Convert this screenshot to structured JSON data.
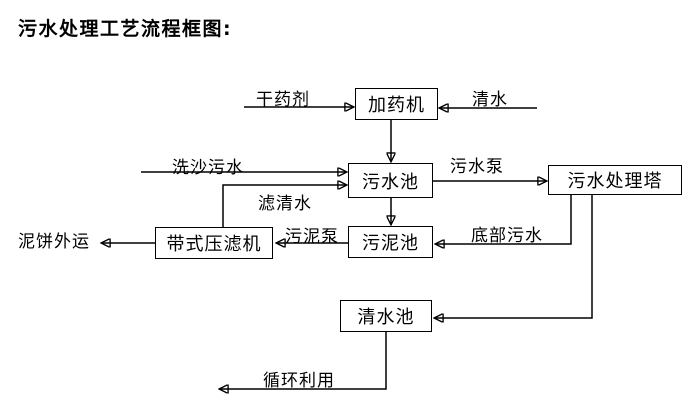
{
  "title": "污水处理工艺流程框图:",
  "nodes": {
    "dosing_machine": "加药机",
    "sewage_pool": "污水池",
    "treatment_tower": "污水处理塔",
    "sludge_pool": "污泥池",
    "belt_filter_press": "带式压滤机",
    "clean_water_pool": "清水池"
  },
  "edges": {
    "dry_agent": "干药剂",
    "clean_water": "清水",
    "sand_washing_sewage": "洗沙污水",
    "sewage_pump": "污水泵",
    "filtered_water": "滤清水",
    "sludge_pump": "污泥泵",
    "bottom_sewage": "底部污水",
    "mud_cake_outbound": "泥饼外运",
    "recycling": "循环利用"
  },
  "connections": [
    {
      "from": "干药剂(外部)",
      "to": "加药机",
      "label": "干药剂"
    },
    {
      "from": "清水(外部)",
      "to": "加药机",
      "label": "清水"
    },
    {
      "from": "加药机",
      "to": "污水池",
      "label": ""
    },
    {
      "from": "洗沙污水(外部)",
      "to": "污水池",
      "label": "洗沙污水"
    },
    {
      "from": "带式压滤机",
      "to": "污水池",
      "label": "滤清水"
    },
    {
      "from": "污水池",
      "to": "污水处理塔",
      "label": "污水泵"
    },
    {
      "from": "污水池",
      "to": "污泥池",
      "label": ""
    },
    {
      "from": "污水处理塔",
      "to": "污泥池",
      "label": "底部污水"
    },
    {
      "from": "污泥池",
      "to": "带式压滤机",
      "label": "污泥泵"
    },
    {
      "from": "带式压滤机",
      "to": "泥饼外运",
      "label": "泥饼外运"
    },
    {
      "from": "污水处理塔",
      "to": "清水池",
      "label": ""
    },
    {
      "from": "清水池",
      "to": "循环利用",
      "label": "循环利用"
    }
  ],
  "colors": {
    "line": "#000000",
    "text": "#000000",
    "background": "#ffffff"
  }
}
